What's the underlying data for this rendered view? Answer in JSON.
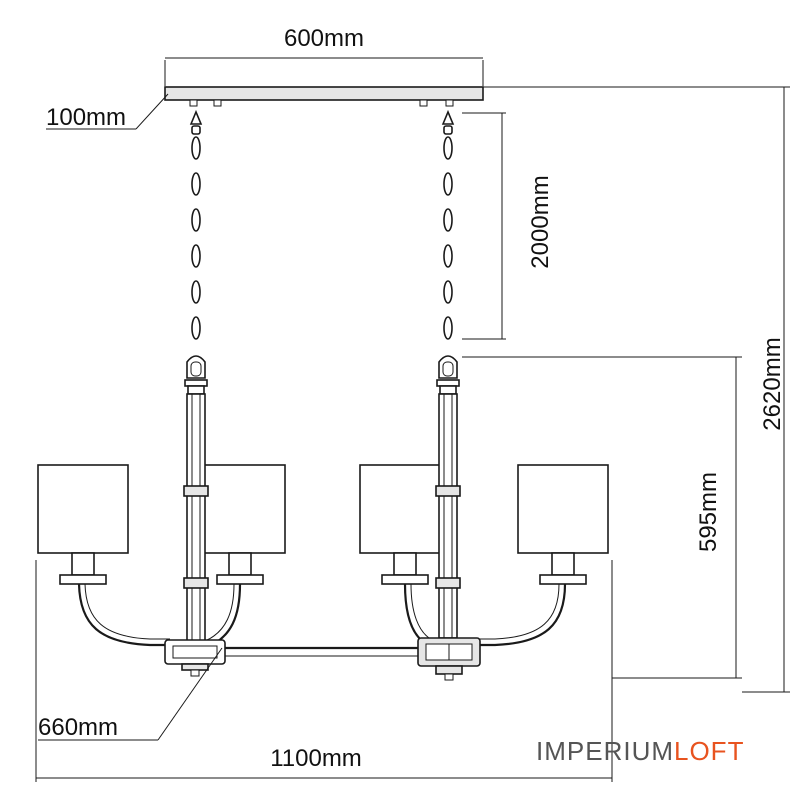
{
  "dimensions": {
    "canopy_width": "600mm",
    "canopy_height": "100mm",
    "chain_length": "2000mm",
    "total_height": "2620mm",
    "body_height": "595mm",
    "body_depth": "660mm",
    "total_width": "1100mm"
  },
  "brand": {
    "part1": "IMPERIUM",
    "part2": "LOFT",
    "part1_color": "#555555",
    "part2_color": "#e8531f"
  }
}
